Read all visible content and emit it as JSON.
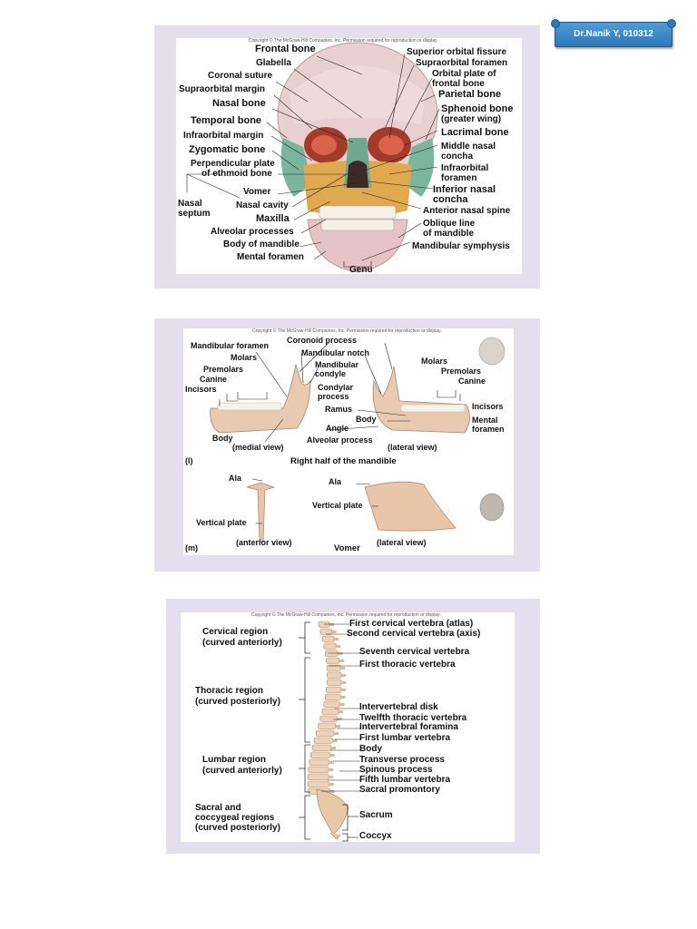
{
  "badge": "Dr.Nanik Y, 010312",
  "copyright": "Copyright © The McGraw-Hill Companies, Inc. Permission required for reproduction or display.",
  "skull": {
    "left": [
      "Frontal bone",
      "Glabella",
      "Coronal suture",
      "Supraorbital margin",
      "Nasal bone",
      "Temporal bone",
      "Infraorbital margin",
      "Zygomatic bone",
      "Perpendicular plate",
      "of ethmoid bone",
      "Vomer",
      "Nasal cavity",
      "Maxilla",
      "Alveolar processes",
      "Body of mandible",
      "Mental foramen"
    ],
    "nasal_septum": [
      "Nasal",
      "septum"
    ],
    "right": [
      "Superior orbital fissure",
      "Supraorbital foramen",
      "Orbital plate of",
      "frontal bone",
      "Parietal bone",
      "Sphenoid bone",
      "(greater wing)",
      "Lacrimal bone",
      "Middle nasal",
      "concha",
      "Infraorbital",
      "foramen",
      "Inferior nasal",
      "concha",
      "Anterior nasal spine",
      "Oblique line",
      "of mandible",
      "Mandibular symphysis"
    ],
    "bottom": "Genu"
  },
  "mandible": {
    "labels": [
      "Mandibular foramen",
      "Coronoid process",
      "Mandibular notch",
      "Mandibular",
      "condyle",
      "Condylar",
      "process",
      "Ramus",
      "Body",
      "Angle",
      "Alveolar process",
      "Molars",
      "Premolars",
      "Canine",
      "Incisors",
      "Body",
      "(medial view)",
      "(lateral view)",
      "Molars",
      "Premolars",
      "Canine",
      "Incisors",
      "Mental",
      "foramen"
    ],
    "fig_l": "(l)",
    "title_l": "Right half of the mandible",
    "vomer_labels": [
      "Ala",
      "Ala",
      "Vertical plate",
      "Vertical plate",
      "(anterior view)",
      "(lateral view)"
    ],
    "fig_m": "(m)",
    "title_m": "Vomer"
  },
  "spine": {
    "regions": [
      "Cervical region",
      "(curved anteriorly)",
      "Thoracic region",
      "(curved posteriorly)",
      "Lumbar region",
      "(curved anteriorly)",
      "Sacral and",
      "coccygeal regions",
      "(curved posteriorly)"
    ],
    "right": [
      "First cervical vertebra (atlas)",
      "Second cervical vertebra (axis)",
      "Seventh cervical vertebra",
      "First thoracic vertebra",
      "Intervertebral disk",
      "Twelfth thoracic vertebra",
      "Intervertebral foramina",
      "First lumbar vertebra",
      "Body",
      "Transverse process",
      "Spinous process",
      "Fifth lumbar vertebra",
      "Sacral promontory",
      "Sacrum",
      "Coccyx"
    ]
  }
}
